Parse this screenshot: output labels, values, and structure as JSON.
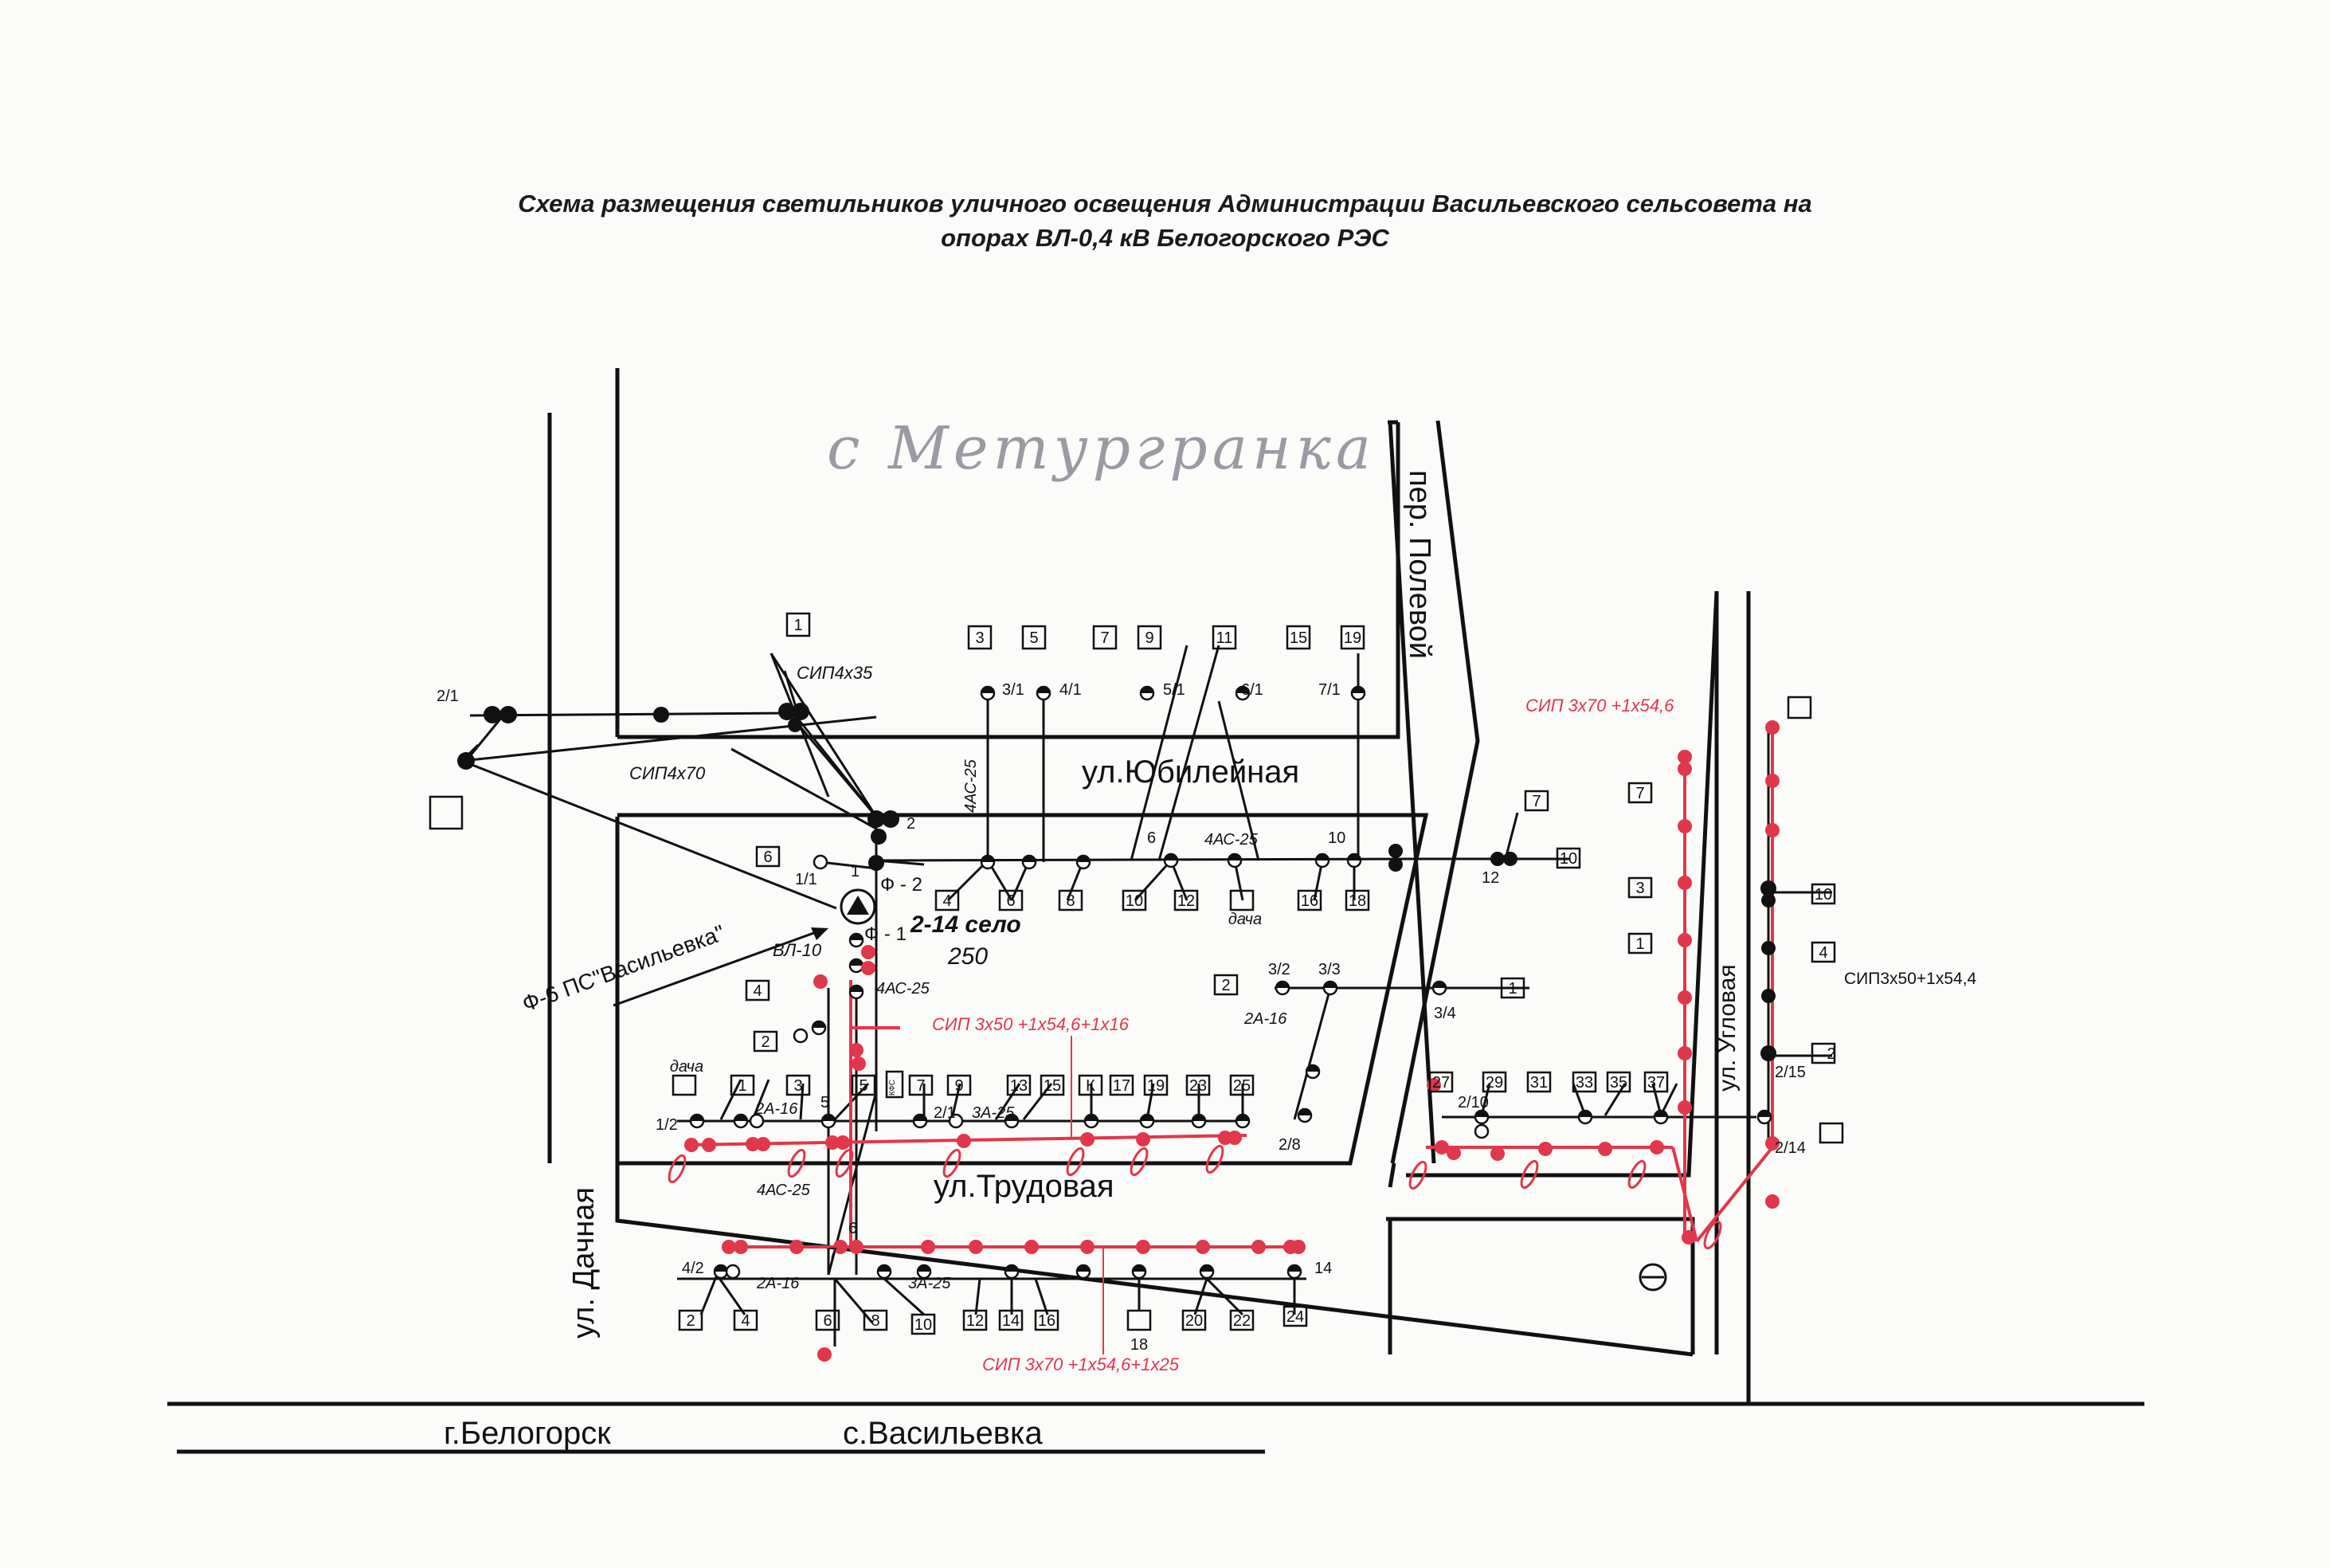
{
  "title": {
    "line1": "Схема размещения светильников уличного освещения Администрации Васильевского сельсовета на",
    "line2": "опорах ВЛ-0,4 кВ Белогорского РЭС"
  },
  "handwritten": "с Метургранка",
  "streets": {
    "yubileynaya": "ул.Юбилейная",
    "trudovaya": "ул.Трудовая",
    "dachnaya": "ул. Дачная",
    "polevoy": "пер. Полевой",
    "uglovaya": "ул. Угловая"
  },
  "road": {
    "left": "г.Белогорск",
    "right": "с.Васильевка"
  },
  "substation": {
    "feeder": "Ф-6 ПС\"Васильевка\"",
    "name": "2-14 село",
    "power": "250",
    "f2": "Ф - 2",
    "f1": "Ф - 1"
  },
  "cables": {
    "sip4x35": "СИП4х35",
    "sip4x70": "СИП4х70",
    "vl10": "ВЛ-10",
    "ac4_25_vert": "4АС-25",
    "ac4_25_mid": "4АС-25",
    "ac4_25_right": "4АС-25",
    "ac4_25_low": "4АС-25",
    "a2_16_left": "2А-16",
    "a3_25_top": "3А-25",
    "a2_16_mid": "2А-16",
    "a2_16_bottom": "2А-16",
    "a3_25_bottom": "3А-25",
    "sip3x50_right": "СИП3х50+1х54,4"
  },
  "red_cables": {
    "sip_top_right": "СИП 3х70 +1х54,6",
    "sip_left": "СИП 3х50 +1х54,6+1х16",
    "sip_bottom": "СИП 3х70 +1х54,6+1х25"
  },
  "poles": {
    "p2_1": "2/1",
    "p2": "2",
    "p1_1": "1/1",
    "p1": "1",
    "p5": "5",
    "p6": "6",
    "p7": "7",
    "p1_2": "1/2",
    "p2_1b": "2/1",
    "p4_2": "4/2",
    "p3_1": "3/1",
    "p4_1": "4/1",
    "p5_1": "5/1",
    "p6_1": "6/1",
    "p7_1": "7/1",
    "p6b": "6",
    "p10": "10",
    "p12": "12",
    "p3_2": "3/2",
    "p3_3": "3/3",
    "p3_4": "3/4",
    "p2_8": "2/8",
    "p2_10": "2/10",
    "p2_14": "2/14",
    "p2_15": "2/15",
    "p14": "14"
  },
  "houses": {
    "h_top_1": "1",
    "h_top_3": "3",
    "h_top_5": "5",
    "h_top_7": "7",
    "h_top_9": "9",
    "h_top_11": "11",
    "h_top_15": "15",
    "h_top_19": "19",
    "h_mid_4": "4",
    "h_mid_6": "6",
    "h_mid_8": "8",
    "h_mid_10": "10",
    "h_mid_12": "12",
    "h_mid_16": "16",
    "h_mid_18": "18",
    "dacha_mid": "дача",
    "h_6_left": "6",
    "h_4_left": "4",
    "h_2_left": "2",
    "h_2_right": "2",
    "h_1_right": "1",
    "h_10_right": "10",
    "h_7_right": "7",
    "dacha_low": "дача",
    "h_r1": "1",
    "h_r3": "3",
    "h_r5": "5",
    "h_r7": "7",
    "h_r9": "9",
    "h_r13": "13",
    "h_r15": "15",
    "h_rk": "К",
    "h_r17": "17",
    "h_r19": "19",
    "h_r23": "23",
    "h_r25": "25",
    "h_kfc": "КФС",
    "h_27": "27",
    "h_29": "29",
    "h_31": "31",
    "h_33": "33",
    "h_35": "35",
    "h_37": "37",
    "h_b2": "2",
    "h_b4": "4",
    "h_b6": "6",
    "h_b8": "8",
    "h_b10": "10",
    "h_b12": "12",
    "h_b14": "14",
    "h_b16": "16",
    "h_b18": "18",
    "h_b20": "20",
    "h_b22": "22",
    "h_b24": "24",
    "h_e7": "7",
    "h_e3": "3",
    "h_e1": "1",
    "h_e10": "10",
    "h_e4": "4",
    "h_e2": "2"
  }
}
